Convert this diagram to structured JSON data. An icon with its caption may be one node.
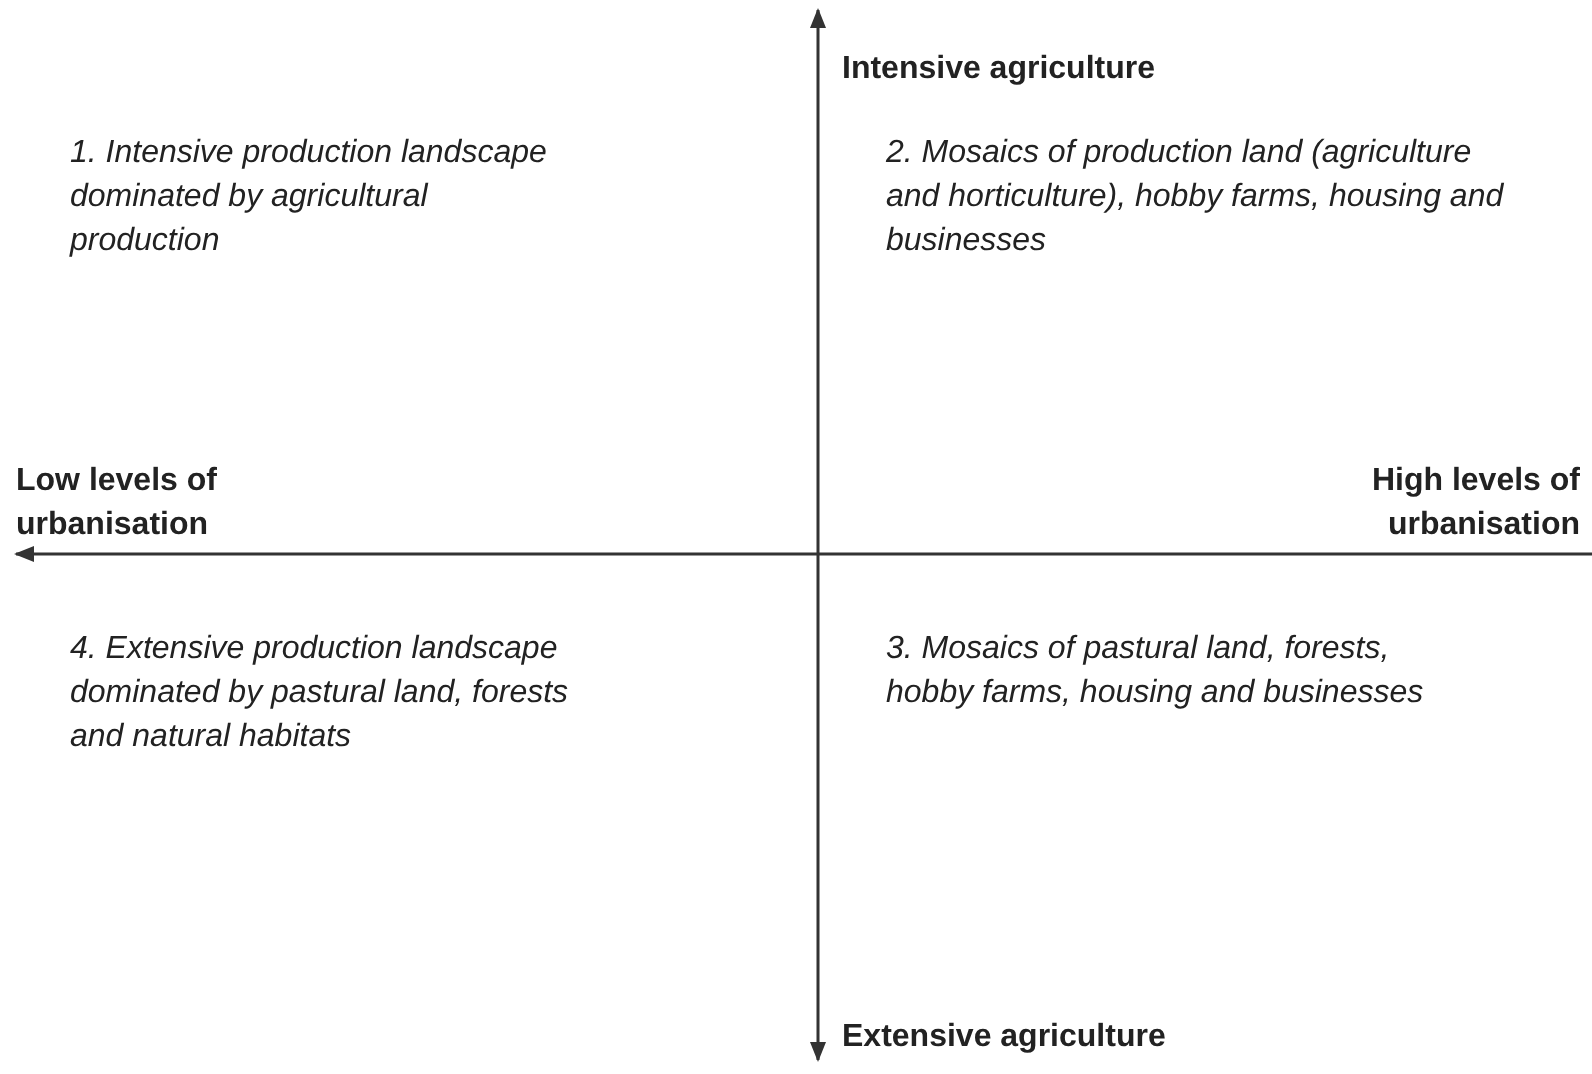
{
  "diagram": {
    "labels": [
      "Intensive agriculture",
      "1. Intensive production landscape dominated by agricultural production",
      "2. Mosaics of production land (agriculture and horticulture), hobby farms, housing and businesses",
      "Low levels of urbanisation",
      "High levels of urbanisation",
      "4. Extensive production landscape dominated by pastural land, forests and natural habitats",
      "3. Mosaics of pastural land, forests, hobby farms, housing and businesses",
      "Extensive agriculture"
    ]
  }
}
